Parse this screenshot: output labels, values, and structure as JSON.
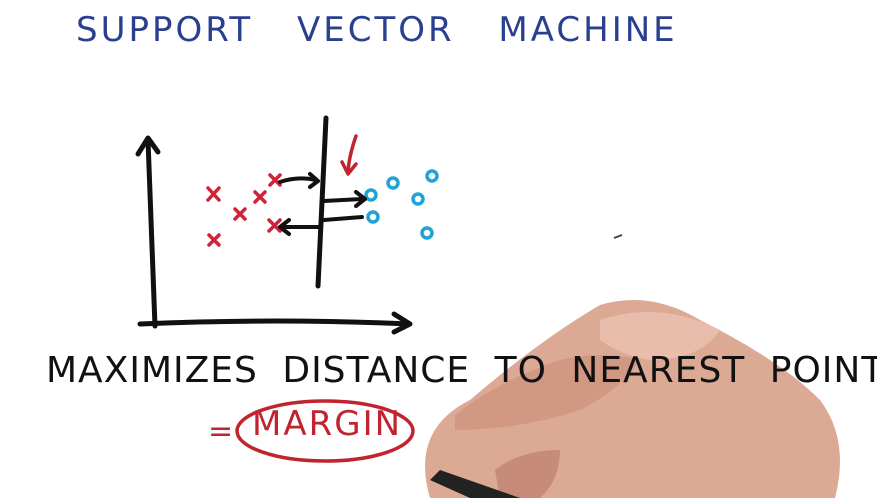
{
  "title": "SUPPORT VECTOR MACHINE",
  "caption": "MAXIMIZES DISTANCE TO NEAREST POINT",
  "margin_eq": "=",
  "margin_word": "MARGIN",
  "colors": {
    "title": "#2b3f8f",
    "ink": "#111111",
    "class_x": "#d2213a",
    "class_o": "#1fa3d6",
    "accent": "#c0242e",
    "hand": "#d9a58e"
  },
  "icons": [
    "x-marker",
    "o-marker",
    "hand"
  ]
}
